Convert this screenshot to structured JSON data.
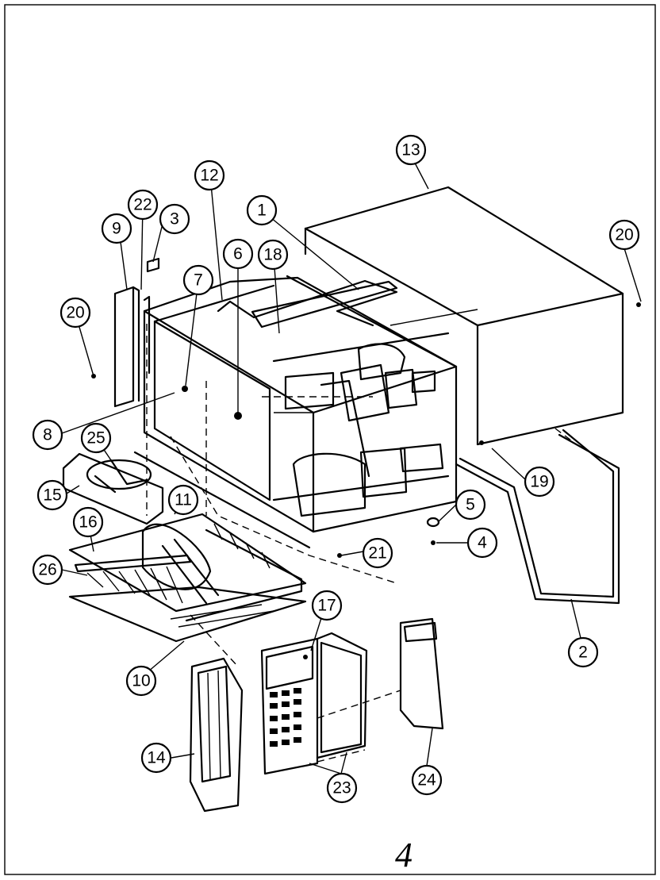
{
  "diagram": {
    "callouts": [
      {
        "id": "c1",
        "label": "1"
      },
      {
        "id": "c2",
        "label": "2"
      },
      {
        "id": "c3",
        "label": "3"
      },
      {
        "id": "c4",
        "label": "4"
      },
      {
        "id": "c5",
        "label": "5"
      },
      {
        "id": "c6",
        "label": "6"
      },
      {
        "id": "c7",
        "label": "7"
      },
      {
        "id": "c8",
        "label": "8"
      },
      {
        "id": "c9",
        "label": "9"
      },
      {
        "id": "c10",
        "label": "10"
      },
      {
        "id": "c11",
        "label": "11"
      },
      {
        "id": "c12",
        "label": "12"
      },
      {
        "id": "c13",
        "label": "13"
      },
      {
        "id": "c14",
        "label": "14"
      },
      {
        "id": "c15",
        "label": "15"
      },
      {
        "id": "c16",
        "label": "16"
      },
      {
        "id": "c17",
        "label": "17"
      },
      {
        "id": "c18",
        "label": "18"
      },
      {
        "id": "c19",
        "label": "19"
      },
      {
        "id": "c20a",
        "label": "20"
      },
      {
        "id": "c20b",
        "label": "20"
      },
      {
        "id": "c21",
        "label": "21"
      },
      {
        "id": "c22",
        "label": "22"
      },
      {
        "id": "c23",
        "label": "23"
      },
      {
        "id": "c24",
        "label": "24"
      },
      {
        "id": "c25",
        "label": "25"
      },
      {
        "id": "c26",
        "label": "26"
      }
    ],
    "page_mark": "4"
  }
}
